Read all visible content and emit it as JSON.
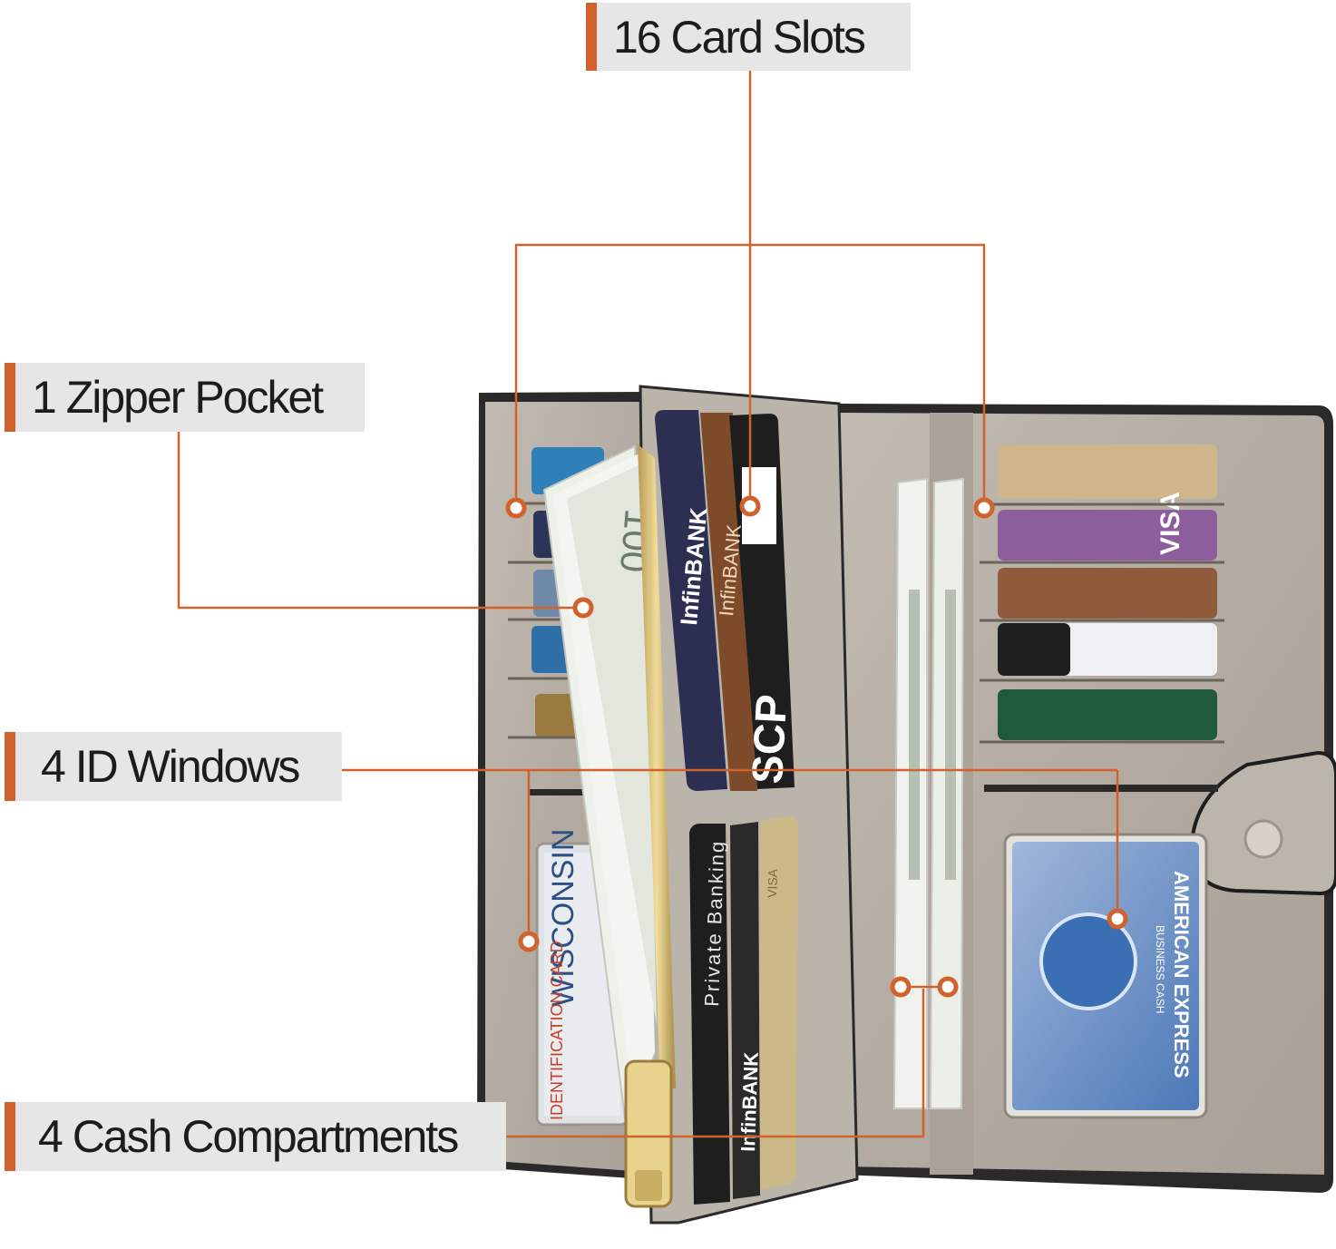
{
  "callouts": {
    "card_slots": "16 Card Slots",
    "zipper_pocket": "1 Zipper Pocket",
    "id_windows": "4 ID Windows",
    "cash_compartments": "4 Cash Compartments"
  },
  "colors": {
    "accent": "#d2622b",
    "label_bg": "#e6e6e6",
    "wallet_lining": "#b7afa6",
    "wallet_edge": "#2a2a2a"
  },
  "cards": {
    "infinbank": "InfinBANK",
    "scp": "SCP",
    "private_banking": "Private Banking",
    "visa": "VISA",
    "wisconsin": "WISCONSIN",
    "identification": "IDENTIFICATION CARD",
    "amex": "AMERICAN EXPRESS",
    "amex_sub": "BUSINESS CASH",
    "bill": "100"
  }
}
